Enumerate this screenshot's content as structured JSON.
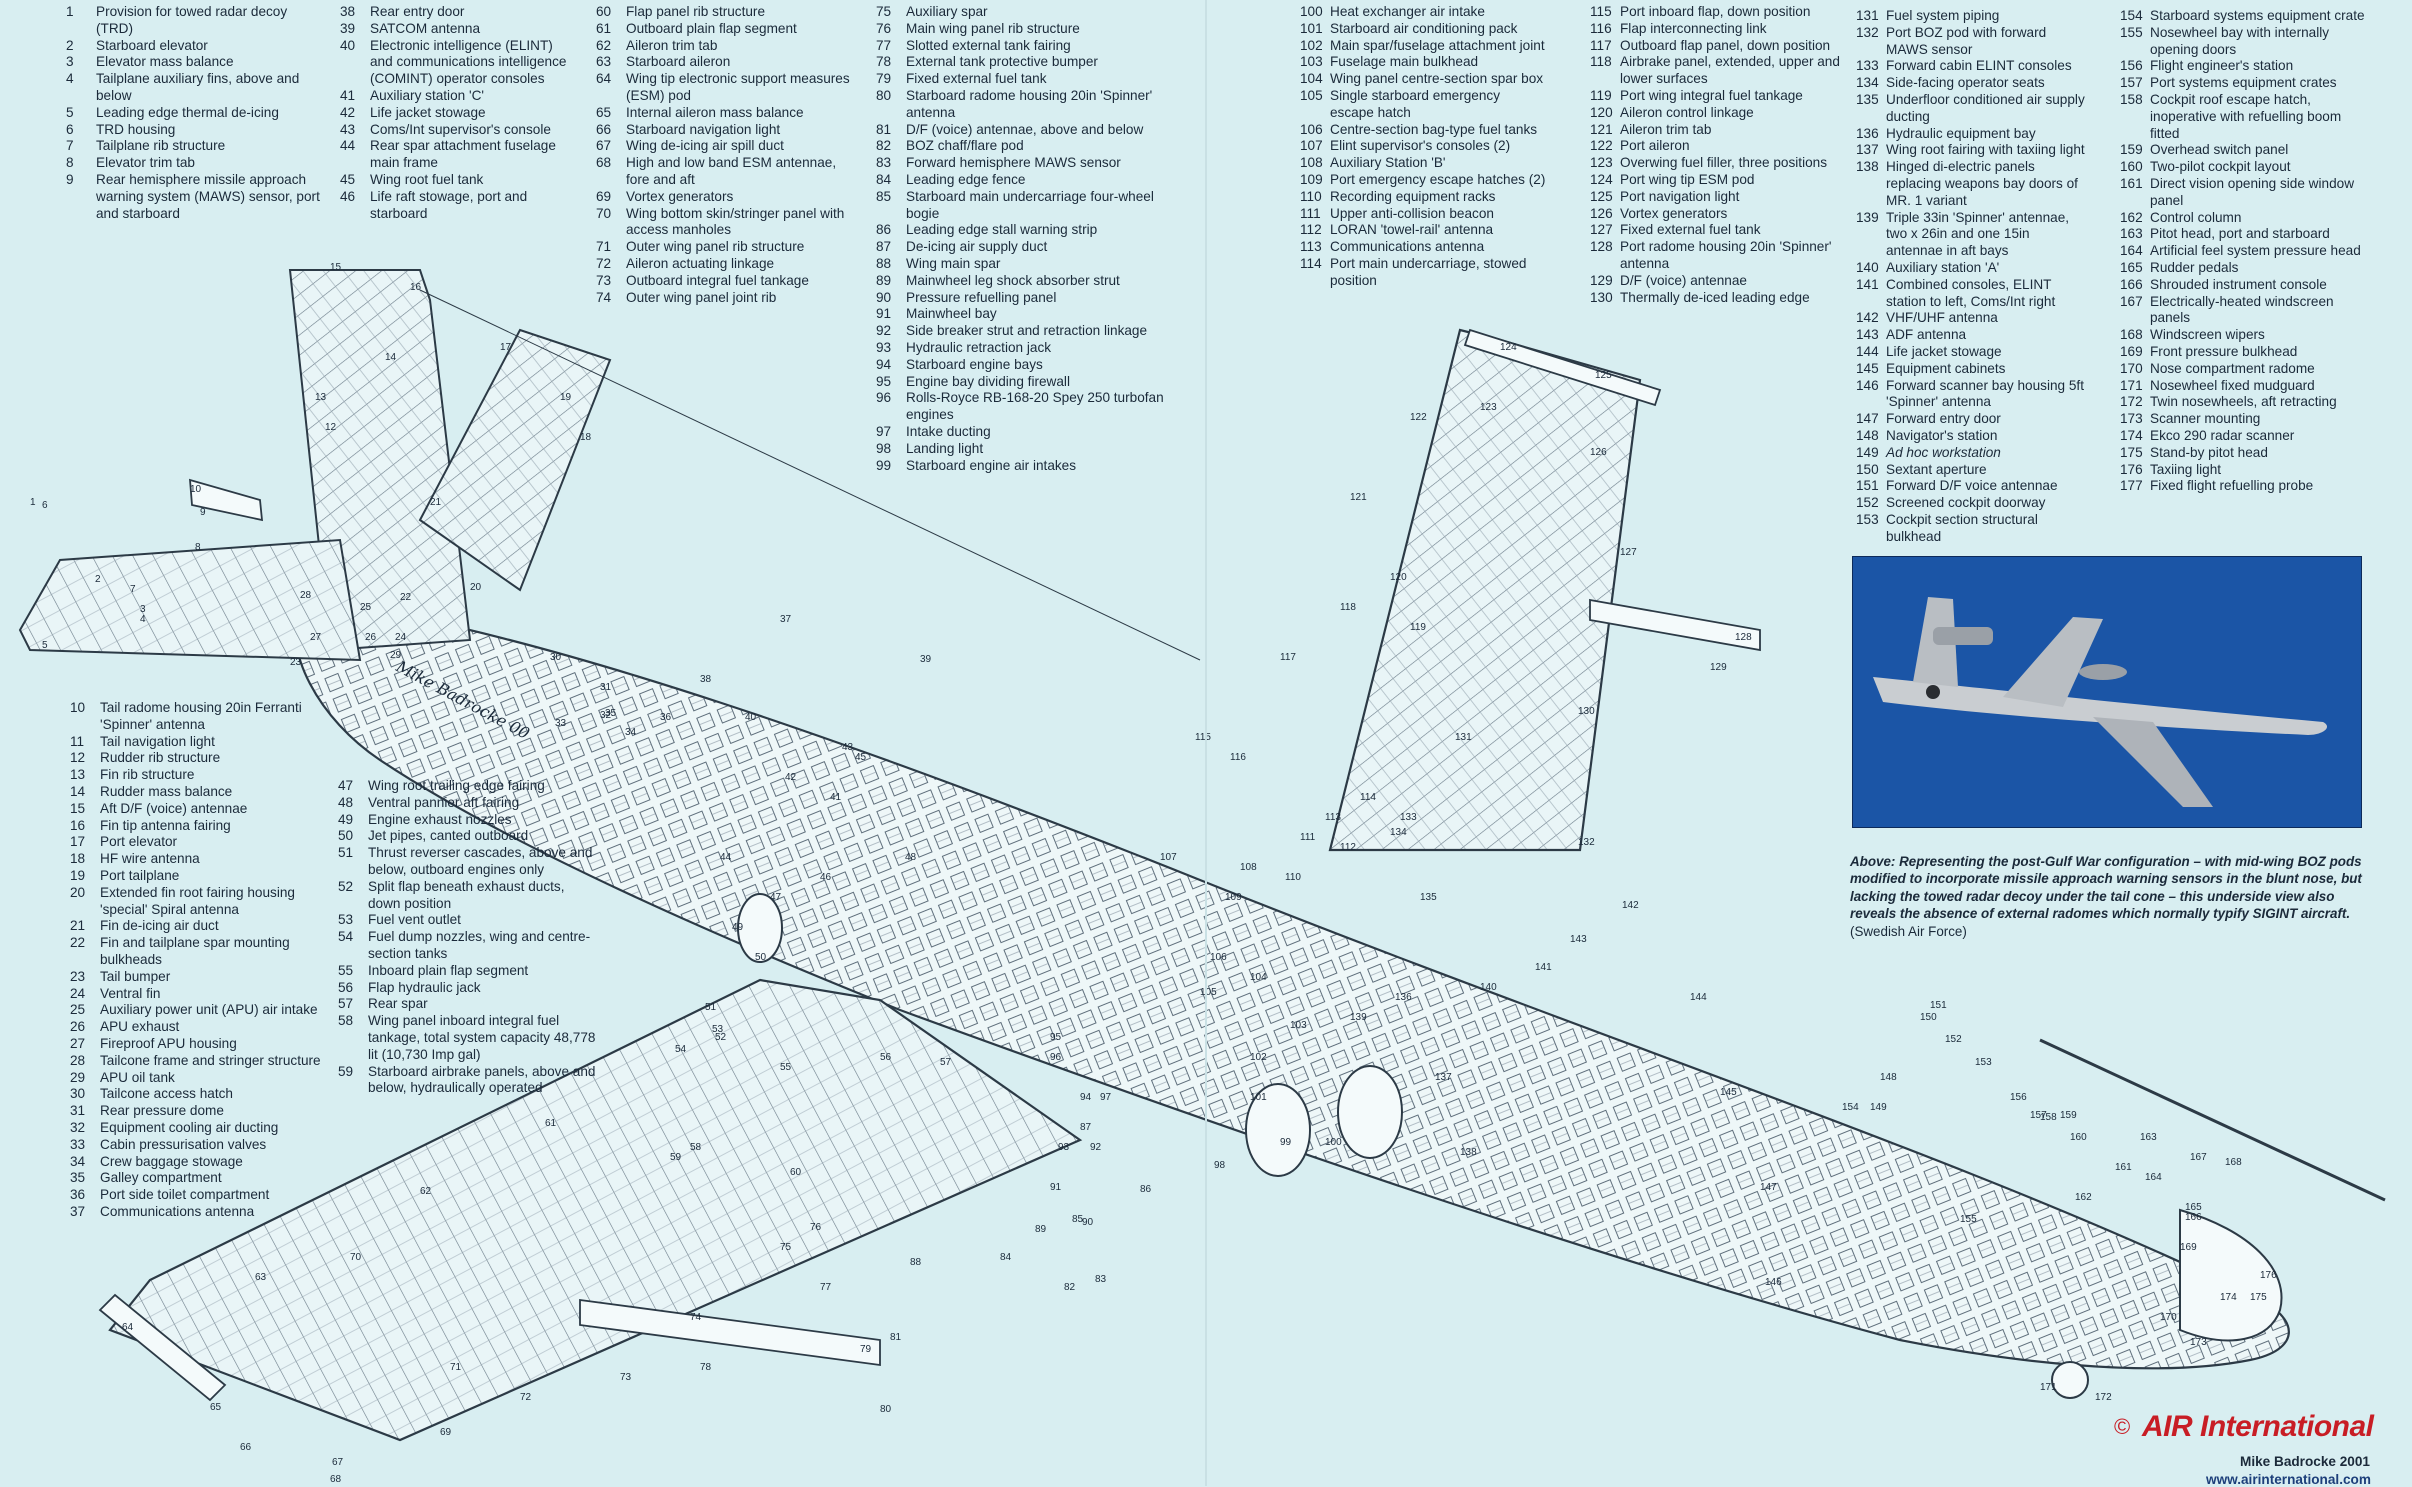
{
  "key": {
    "col_a": [
      {
        "n": "1",
        "t": "Provision for towed radar decoy (TRD)"
      },
      {
        "n": "2",
        "t": "Starboard elevator"
      },
      {
        "n": "3",
        "t": "Elevator mass balance"
      },
      {
        "n": "4",
        "t": "Tailplane auxiliary fins, above and below"
      },
      {
        "n": "5",
        "t": "Leading edge thermal de-icing"
      },
      {
        "n": "6",
        "t": "TRD housing"
      },
      {
        "n": "7",
        "t": "Tailplane rib structure"
      },
      {
        "n": "8",
        "t": "Elevator trim tab"
      },
      {
        "n": "9",
        "t": "Rear hemisphere missile approach warning system (MAWS) sensor, port and starboard"
      }
    ],
    "col_b": [
      {
        "n": "38",
        "t": "Rear entry door"
      },
      {
        "n": "39",
        "t": "SATCOM antenna"
      },
      {
        "n": "40",
        "t": "Electronic intelligence (ELINT) and communications intelligence (COMINT) operator consoles"
      },
      {
        "n": "41",
        "t": "Auxiliary station 'C'"
      },
      {
        "n": "42",
        "t": "Life jacket stowage"
      },
      {
        "n": "43",
        "t": "Coms/Int supervisor's console"
      },
      {
        "n": "44",
        "t": "Rear spar attachment fuselage main frame"
      },
      {
        "n": "45",
        "t": "Wing root fuel tank"
      },
      {
        "n": "46",
        "t": "Life raft stowage, port and starboard"
      }
    ],
    "col_c": [
      {
        "n": "60",
        "t": "Flap panel rib structure"
      },
      {
        "n": "61",
        "t": "Outboard plain flap segment"
      },
      {
        "n": "62",
        "t": "Aileron trim tab"
      },
      {
        "n": "63",
        "t": "Starboard aileron"
      },
      {
        "n": "64",
        "t": "Wing tip electronic support measures (ESM) pod"
      },
      {
        "n": "65",
        "t": "Internal aileron mass balance"
      },
      {
        "n": "66",
        "t": "Starboard navigation light"
      },
      {
        "n": "67",
        "t": "Wing de-icing air spill duct"
      },
      {
        "n": "68",
        "t": "High and low band ESM antennae, fore and aft"
      },
      {
        "n": "69",
        "t": "Vortex generators"
      },
      {
        "n": "70",
        "t": "Wing bottom skin/stringer panel with access manholes"
      },
      {
        "n": "71",
        "t": "Outer wing panel rib structure"
      },
      {
        "n": "72",
        "t": "Aileron actuating linkage"
      },
      {
        "n": "73",
        "t": "Outboard integral fuel tankage"
      },
      {
        "n": "74",
        "t": "Outer wing panel joint rib"
      }
    ],
    "col_d": [
      {
        "n": "75",
        "t": "Auxiliary spar"
      },
      {
        "n": "76",
        "t": "Main wing panel rib structure"
      },
      {
        "n": "77",
        "t": "Slotted external tank fairing"
      },
      {
        "n": "78",
        "t": "External tank protective bumper"
      },
      {
        "n": "79",
        "t": "Fixed external fuel tank"
      },
      {
        "n": "80",
        "t": "Starboard radome housing 20in 'Spinner' antenna"
      },
      {
        "n": "81",
        "t": "D/F (voice) antennae, above and below"
      },
      {
        "n": "82",
        "t": "BOZ chaff/flare pod"
      },
      {
        "n": "83",
        "t": "Forward hemisphere MAWS sensor"
      },
      {
        "n": "84",
        "t": "Leading edge fence"
      },
      {
        "n": "85",
        "t": "Starboard main undercarriage four-wheel bogie"
      },
      {
        "n": "86",
        "t": "Leading edge stall warning strip"
      },
      {
        "n": "87",
        "t": "De-icing air supply duct"
      },
      {
        "n": "88",
        "t": "Wing main spar"
      },
      {
        "n": "89",
        "t": "Mainwheel leg shock absorber strut"
      },
      {
        "n": "90",
        "t": "Pressure refuelling panel"
      },
      {
        "n": "91",
        "t": "Mainwheel bay"
      },
      {
        "n": "92",
        "t": "Side breaker strut and retraction linkage"
      },
      {
        "n": "93",
        "t": "Hydraulic retraction jack"
      },
      {
        "n": "94",
        "t": "Starboard engine bays"
      },
      {
        "n": "95",
        "t": "Engine bay dividing firewall"
      },
      {
        "n": "96",
        "t": "Rolls-Royce RB-168-20 Spey 250 turbofan engines"
      },
      {
        "n": "97",
        "t": "Intake ducting"
      },
      {
        "n": "98",
        "t": "Landing light"
      },
      {
        "n": "99",
        "t": "Starboard engine air intakes"
      }
    ],
    "col_e": [
      {
        "n": "100",
        "t": "Heat exchanger air intake"
      },
      {
        "n": "101",
        "t": "Starboard air conditioning pack"
      },
      {
        "n": "102",
        "t": "Main spar/fuselage attachment joint"
      },
      {
        "n": "103",
        "t": "Fuselage main bulkhead"
      },
      {
        "n": "104",
        "t": "Wing panel centre-section spar box"
      },
      {
        "n": "105",
        "t": "Single starboard emergency escape hatch"
      },
      {
        "n": "106",
        "t": "Centre-section bag-type fuel tanks"
      },
      {
        "n": "107",
        "t": "Elint supervisor's consoles (2)"
      },
      {
        "n": "108",
        "t": "Auxiliary Station 'B'"
      },
      {
        "n": "109",
        "t": "Port emergency escape hatches (2)"
      },
      {
        "n": "110",
        "t": "Recording equipment racks"
      },
      {
        "n": "111",
        "t": "Upper anti-collision beacon"
      },
      {
        "n": "112",
        "t": "LORAN 'towel-rail' antenna"
      },
      {
        "n": "113",
        "t": "Communications antenna"
      },
      {
        "n": "114",
        "t": "Port main undercarriage, stowed position"
      }
    ],
    "col_f": [
      {
        "n": "115",
        "t": "Port inboard flap, down position"
      },
      {
        "n": "116",
        "t": "Flap interconnecting link"
      },
      {
        "n": "117",
        "t": "Outboard flap panel, down position"
      },
      {
        "n": "118",
        "t": "Airbrake panel, extended, upper and lower surfaces"
      },
      {
        "n": "119",
        "t": "Port wing integral fuel tankage"
      },
      {
        "n": "120",
        "t": "Aileron control linkage"
      },
      {
        "n": "121",
        "t": "Aileron trim tab"
      },
      {
        "n": "122",
        "t": "Port aileron"
      },
      {
        "n": "123",
        "t": "Overwing fuel filler, three positions"
      },
      {
        "n": "124",
        "t": "Port wing tip ESM pod"
      },
      {
        "n": "125",
        "t": "Port navigation light"
      },
      {
        "n": "126",
        "t": "Vortex generators"
      },
      {
        "n": "127",
        "t": "Fixed external fuel tank"
      },
      {
        "n": "128",
        "t": "Port radome housing 20in 'Spinner' antenna"
      },
      {
        "n": "129",
        "t": "D/F (voice) antennae"
      },
      {
        "n": "130",
        "t": "Thermally de-iced leading edge"
      }
    ],
    "col_g": [
      {
        "n": "131",
        "t": "Fuel system piping"
      },
      {
        "n": "132",
        "t": "Port BOZ pod with forward MAWS sensor"
      },
      {
        "n": "133",
        "t": "Forward cabin ELINT consoles"
      },
      {
        "n": "134",
        "t": "Side-facing operator seats"
      },
      {
        "n": "135",
        "t": "Underfloor conditioned air supply ducting"
      },
      {
        "n": "136",
        "t": "Hydraulic equipment bay"
      },
      {
        "n": "137",
        "t": "Wing root fairing with taxiing light"
      },
      {
        "n": "138",
        "t": "Hinged di-electric panels replacing weapons bay doors of MR. 1 variant"
      },
      {
        "n": "139",
        "t": "Triple 33in 'Spinner' antennae, two x 26in and one 15in antennae in aft bays"
      },
      {
        "n": "140",
        "t": "Auxiliary station 'A'"
      },
      {
        "n": "141",
        "t": "Combined consoles, ELINT station to left, Coms/Int right"
      },
      {
        "n": "142",
        "t": "VHF/UHF antenna"
      },
      {
        "n": "143",
        "t": "ADF antenna"
      },
      {
        "n": "144",
        "t": "Life jacket stowage"
      },
      {
        "n": "145",
        "t": "Equipment cabinets"
      },
      {
        "n": "146",
        "t": "Forward scanner bay housing 5ft 'Spinner' antenna"
      },
      {
        "n": "147",
        "t": "Forward entry door"
      },
      {
        "n": "148",
        "t": "Navigator's station"
      },
      {
        "n": "149",
        "t": "Ad hoc workstation",
        "ital": true
      },
      {
        "n": "150",
        "t": "Sextant aperture"
      },
      {
        "n": "151",
        "t": "Forward D/F voice antennae"
      },
      {
        "n": "152",
        "t": "Screened cockpit doorway"
      },
      {
        "n": "153",
        "t": "Cockpit section structural bulkhead"
      }
    ],
    "col_h": [
      {
        "n": "154",
        "t": "Starboard systems equipment crate"
      },
      {
        "n": "155",
        "t": "Nosewheel bay with internally opening doors"
      },
      {
        "n": "156",
        "t": "Flight engineer's station"
      },
      {
        "n": "157",
        "t": "Port systems equipment crates"
      },
      {
        "n": "158",
        "t": "Cockpit roof escape hatch, inoperative with refuelling boom fitted"
      },
      {
        "n": "159",
        "t": "Overhead switch panel"
      },
      {
        "n": "160",
        "t": "Two-pilot cockpit layout"
      },
      {
        "n": "161",
        "t": "Direct vision opening side window panel"
      },
      {
        "n": "162",
        "t": "Control column"
      },
      {
        "n": "163",
        "t": "Pitot head, port and starboard"
      },
      {
        "n": "164",
        "t": "Artificial feel system pressure head"
      },
      {
        "n": "165",
        "t": "Rudder pedals"
      },
      {
        "n": "166",
        "t": "Shrouded instrument console"
      },
      {
        "n": "167",
        "t": "Electrically-heated windscreen panels"
      },
      {
        "n": "168",
        "t": "Windscreen wipers"
      },
      {
        "n": "169",
        "t": "Front pressure bulkhead"
      },
      {
        "n": "170",
        "t": "Nose compartment radome"
      },
      {
        "n": "171",
        "t": "Nosewheel fixed mudguard"
      },
      {
        "n": "172",
        "t": "Twin nosewheels, aft retracting"
      },
      {
        "n": "173",
        "t": "Scanner mounting"
      },
      {
        "n": "174",
        "t": "Ekco 290 radar scanner"
      },
      {
        "n": "175",
        "t": "Stand-by pitot head"
      },
      {
        "n": "176",
        "t": "Taxiing light"
      },
      {
        "n": "177",
        "t": "Fixed flight refuelling probe"
      }
    ],
    "col_i": [
      {
        "n": "10",
        "t": "Tail radome housing 20in Ferranti 'Spinner' antenna"
      },
      {
        "n": "11",
        "t": "Tail navigation light"
      },
      {
        "n": "12",
        "t": "Rudder rib structure"
      },
      {
        "n": "13",
        "t": "Fin rib structure"
      },
      {
        "n": "14",
        "t": "Rudder mass balance"
      },
      {
        "n": "15",
        "t": "Aft D/F (voice) antennae"
      },
      {
        "n": "16",
        "t": "Fin tip antenna fairing"
      },
      {
        "n": "17",
        "t": "Port elevator"
      },
      {
        "n": "18",
        "t": "HF wire antenna"
      },
      {
        "n": "19",
        "t": "Port tailplane"
      },
      {
        "n": "20",
        "t": "Extended fin root fairing housing 'special' Spiral antenna"
      },
      {
        "n": "21",
        "t": "Fin de-icing air duct"
      },
      {
        "n": "22",
        "t": "Fin and tailplane spar mounting bulkheads"
      },
      {
        "n": "23",
        "t": "Tail bumper"
      },
      {
        "n": "24",
        "t": "Ventral fin"
      },
      {
        "n": "25",
        "t": "Auxiliary power unit (APU) air intake"
      },
      {
        "n": "26",
        "t": "APU exhaust"
      },
      {
        "n": "27",
        "t": "Fireproof APU housing"
      },
      {
        "n": "28",
        "t": "Tailcone frame and stringer structure"
      },
      {
        "n": "29",
        "t": "APU oil tank"
      },
      {
        "n": "30",
        "t": "Tailcone access hatch"
      },
      {
        "n": "31",
        "t": "Rear pressure dome"
      },
      {
        "n": "32",
        "t": "Equipment cooling air ducting"
      },
      {
        "n": "33",
        "t": "Cabin pressurisation valves"
      },
      {
        "n": "34",
        "t": "Crew baggage stowage"
      },
      {
        "n": "35",
        "t": "Galley compartment"
      },
      {
        "n": "36",
        "t": "Port side toilet compartment"
      },
      {
        "n": "37",
        "t": "Communications antenna"
      }
    ],
    "col_j": [
      {
        "n": "47",
        "t": "Wing root trailing edge fairing"
      },
      {
        "n": "48",
        "t": "Ventral pannier aft fairing"
      },
      {
        "n": "49",
        "t": "Engine exhaust nozzles"
      },
      {
        "n": "50",
        "t": "Jet pipes, canted outboard"
      },
      {
        "n": "51",
        "t": "Thrust reverser cascades, above and below, outboard engines only"
      },
      {
        "n": "52",
        "t": "Split flap beneath exhaust ducts, down position"
      },
      {
        "n": "53",
        "t": "Fuel vent outlet"
      },
      {
        "n": "54",
        "t": "Fuel dump nozzles, wing and centre-section tanks"
      },
      {
        "n": "55",
        "t": "Inboard plain flap segment"
      },
      {
        "n": "56",
        "t": "Flap hydraulic jack"
      },
      {
        "n": "57",
        "t": "Rear spar"
      },
      {
        "n": "58",
        "t": "Wing panel inboard integral fuel tankage, total system capacity 48,778 lit (10,730 Imp gal)"
      },
      {
        "n": "59",
        "t": "Starboard airbrake panels, above and below, hydraulically operated"
      }
    ]
  },
  "caption": {
    "text": "Above: Representing the post-Gulf War configuration – with mid-wing BOZ pods modified to incorporate missile approach warning sensors in the blunt nose, but lacking the towed radar decoy under the tail cone – this underside view also reveals the absence of external radomes which normally typify SIGINT aircraft.",
    "credit": "(Swedish Air Force)"
  },
  "brand": {
    "copyright": "©",
    "logo": "AIR International",
    "artist": "Mike Badrocke 2001",
    "url": "www.airinternational.com"
  },
  "signature": "Mike Badrocke 00",
  "callouts": [
    "1",
    "2",
    "3",
    "4",
    "5",
    "6",
    "7",
    "8",
    "9",
    "10",
    "12",
    "13",
    "14",
    "15",
    "16",
    "17",
    "18",
    "19",
    "20",
    "21",
    "22",
    "23",
    "24",
    "25",
    "26",
    "27",
    "28",
    "29",
    "30",
    "31",
    "32",
    "33",
    "34",
    "35",
    "36",
    "37",
    "38",
    "39",
    "40",
    "41",
    "42",
    "43",
    "44",
    "45",
    "46",
    "47",
    "48",
    "49",
    "50",
    "51",
    "52",
    "53",
    "54",
    "55",
    "56",
    "57",
    "58",
    "59",
    "60",
    "61",
    "62",
    "63",
    "64",
    "65",
    "66",
    "67",
    "68",
    "69",
    "70",
    "71",
    "72",
    "73",
    "74",
    "75",
    "76",
    "77",
    "78",
    "79",
    "80",
    "81",
    "82",
    "83",
    "84",
    "85",
    "86",
    "87",
    "88",
    "89",
    "90",
    "91",
    "92",
    "93",
    "94",
    "95",
    "96",
    "97",
    "98",
    "99",
    "100",
    "101",
    "102",
    "103",
    "104",
    "105",
    "106",
    "107",
    "108",
    "109",
    "110",
    "111",
    "112",
    "113",
    "114",
    "115",
    "116",
    "117",
    "118",
    "119",
    "120",
    "121",
    "122",
    "123",
    "124",
    "125",
    "126",
    "127",
    "128",
    "129",
    "130",
    "131",
    "132",
    "133",
    "134",
    "135",
    "136",
    "137",
    "138",
    "139",
    "140",
    "141",
    "142",
    "143",
    "144",
    "145",
    "146",
    "147",
    "148",
    "149",
    "150",
    "151",
    "152",
    "153",
    "154",
    "155",
    "156",
    "157",
    "158",
    "159",
    "160",
    "161",
    "162",
    "163",
    "164",
    "165",
    "166",
    "167",
    "168",
    "169",
    "170",
    "171",
    "172",
    "173",
    "174",
    "175",
    "176"
  ],
  "colors": {
    "background": "#d8eef1",
    "ink": "#1b2a3a",
    "brand_red": "#c81d25",
    "sky_blue": "#1a56a8"
  }
}
